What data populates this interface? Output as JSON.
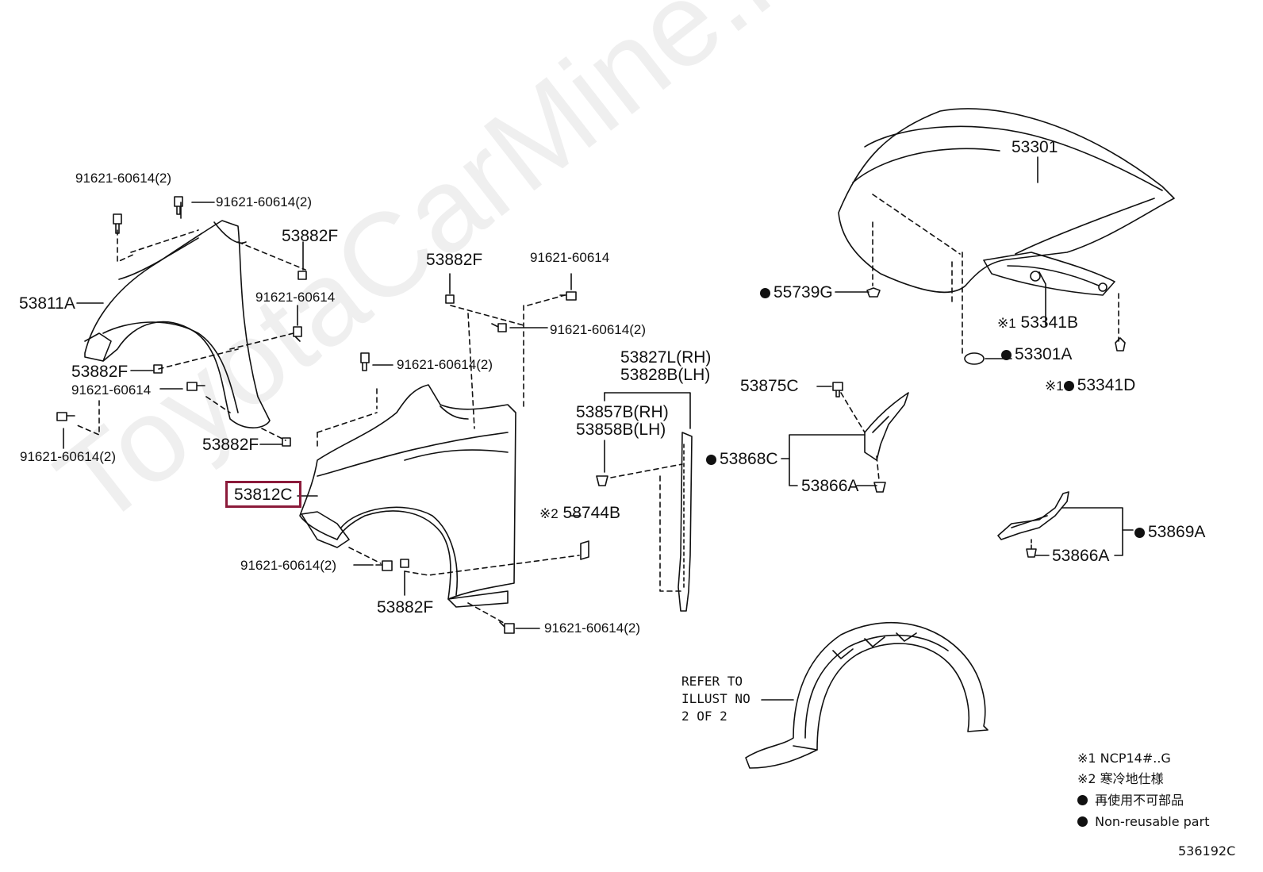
{
  "watermark": "ToyotaCarMine.ru",
  "diagram_code": "536192C",
  "highlight_color": "#8b1a3a",
  "labels": {
    "p53301": "53301",
    "p55739g": "55739G",
    "p53341b": "53341B",
    "p53341b_mark": "※1",
    "p53301a": "53301A",
    "p53341d": "53341D",
    "p53341d_mark": "※1",
    "p53875c": "53875C",
    "p53868c": "53868C",
    "p53866a_1": "53866A",
    "p53866a_2": "53866A",
    "p53869a": "53869A",
    "b1": "91621-60614(2)",
    "b2": "91621-60614(2)",
    "p53882f_1": "53882F",
    "p53811a": "53811A",
    "b3": "91621-60614",
    "p53882f_2": "53882F",
    "b4": "91621-60614",
    "b5": "91621-60614(2)",
    "p53882f_3": "53882F",
    "p53882f_4": "53882F",
    "b6": "91621-60614",
    "b7": "91621-60614(2)",
    "b8": "91621-60614(2)",
    "p53812c": "53812C",
    "b9": "91621-60614(2)",
    "p53882f_5": "53882F",
    "b10": "91621-60614(2)",
    "p53827l": "53827L(RH)",
    "p53828b": "53828B(LH)",
    "p53857b": "53857B(RH)",
    "p53858b": "53858B(LH)",
    "p58744b_mark": "※2",
    "p58744b": "58744B",
    "refer_1": "REFER TO",
    "refer_2": "ILLUST NO",
    "refer_3": "2 OF 2"
  },
  "legend": {
    "note1": "※1 NCP14#..G",
    "note2": "※2 寒冷地仕様",
    "note3": "再使用不可部品",
    "note4": "Non-reusable part"
  },
  "icons": {
    "bolt": "bolt-icon",
    "clip": "clip-icon",
    "nut": "nut-icon"
  }
}
